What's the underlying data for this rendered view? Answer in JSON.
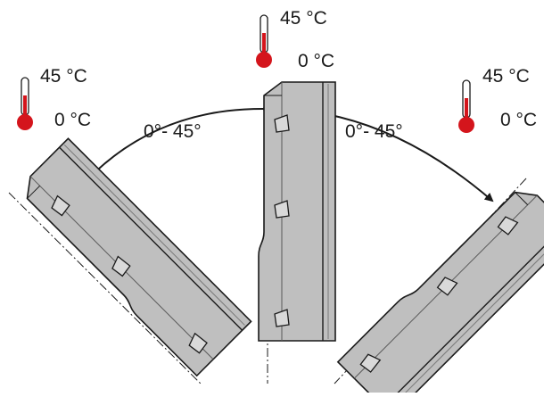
{
  "thermometers": {
    "center": {
      "max": "45 °C",
      "min": "0 °C"
    },
    "left": {
      "max": "45 °C",
      "min": "0 °C"
    },
    "right": {
      "max": "45 °C",
      "min": "0 °C"
    }
  },
  "angles": {
    "left": "0°- 45°",
    "right": "0°- 45°"
  },
  "colors": {
    "device_fill": "#bdbdbd",
    "device_stroke": "#1a1a1a",
    "thermometer_red": "#d4151c"
  }
}
